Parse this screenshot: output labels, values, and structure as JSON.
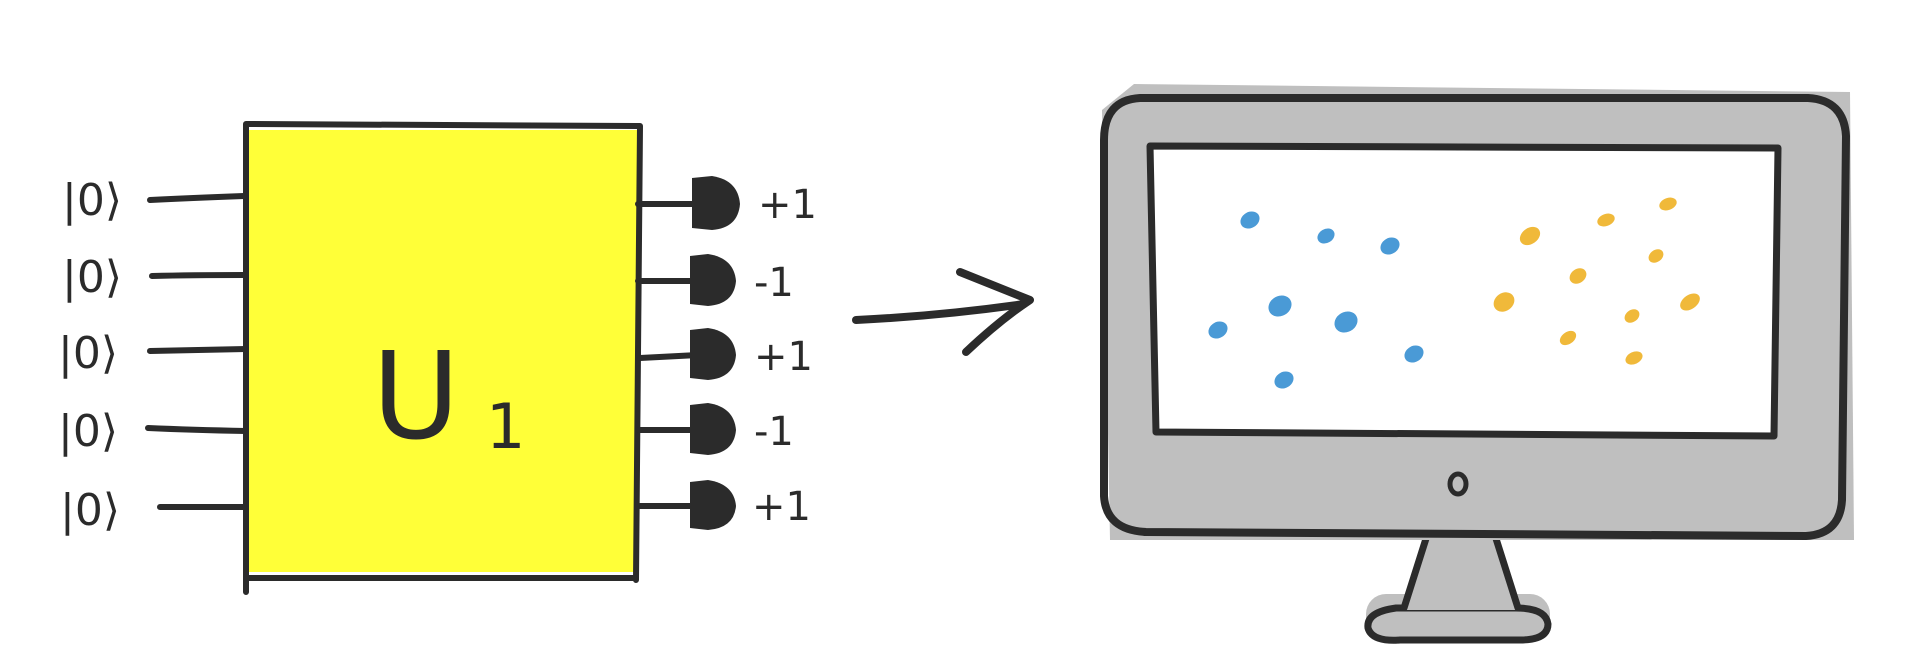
{
  "circuit": {
    "gate": {
      "label": "U",
      "subscript": "1",
      "fill_color": "#ffff38"
    },
    "input_states": [
      "|0⟩",
      "|0⟩",
      "|0⟩",
      "|0⟩",
      "|0⟩"
    ],
    "measurement_outcomes": [
      "+1",
      "-1",
      "+1",
      "-1",
      "+1"
    ],
    "meter_color": "#2b2b2b"
  },
  "arrow": {
    "icon": "right-arrow-icon"
  },
  "monitor": {
    "bezel_color": "#bfbfbf",
    "outline_color": "#2b2b2b",
    "screen_color": "#ffffff",
    "cluster_a_color": "#4a9ad6",
    "cluster_b_color": "#f0b93a"
  }
}
